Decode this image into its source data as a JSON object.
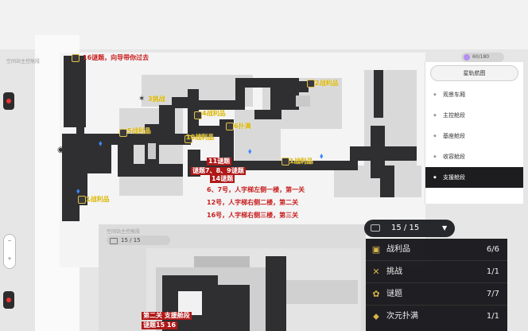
{
  "map": {
    "corner_title": "空间站主控舱段",
    "labels": {
      "note_top": "16谜题，向导带你过去",
      "challenge_3": "3挑战",
      "loot_2_right": "2战利品",
      "loot_4": "4战利品",
      "loot_5": "5战利品",
      "pom_6": "6扑满",
      "loot_10": "10战利品",
      "note_11": "11谜题",
      "note_mid": "谜题7、8、9谜题",
      "note_14": "14谜题",
      "loot_1": "1战利品",
      "loot_1_left": "1战利品",
      "tip_1": "6、7号，人字梯左侧一楼，第一关",
      "tip_2": "12号，人字梯右侧二楼，第二关",
      "tip_3": "16号，人字梯右侧三楼，第三关"
    }
  },
  "top_counter": "60/180",
  "right_nav": {
    "header": "星轨航图",
    "items": [
      {
        "label": "观景车厢",
        "active": false
      },
      {
        "label": "主控舱段",
        "active": false
      },
      {
        "label": "基座舱段",
        "active": false
      },
      {
        "label": "收容舱段",
        "active": false
      },
      {
        "label": "支援舱段",
        "active": true
      }
    ]
  },
  "progress": {
    "value": "15 / 15",
    "categories": [
      {
        "label": "战利品",
        "count": "6/6",
        "icon": "chest-icon"
      },
      {
        "label": "挑战",
        "count": "1/1",
        "icon": "crossed-swords-icon"
      },
      {
        "label": "谜题",
        "count": "7/7",
        "icon": "puzzle-icon"
      },
      {
        "label": "次元扑满",
        "count": "1/1",
        "icon": "piggy-bank-icon"
      }
    ]
  },
  "inset": {
    "header": "15 / 15",
    "title": "空间站主控舱段",
    "note_1": "第二关 支援舱段",
    "note_2": "谜题15 16"
  },
  "zoom": {
    "minus": "−",
    "plus": "+"
  }
}
